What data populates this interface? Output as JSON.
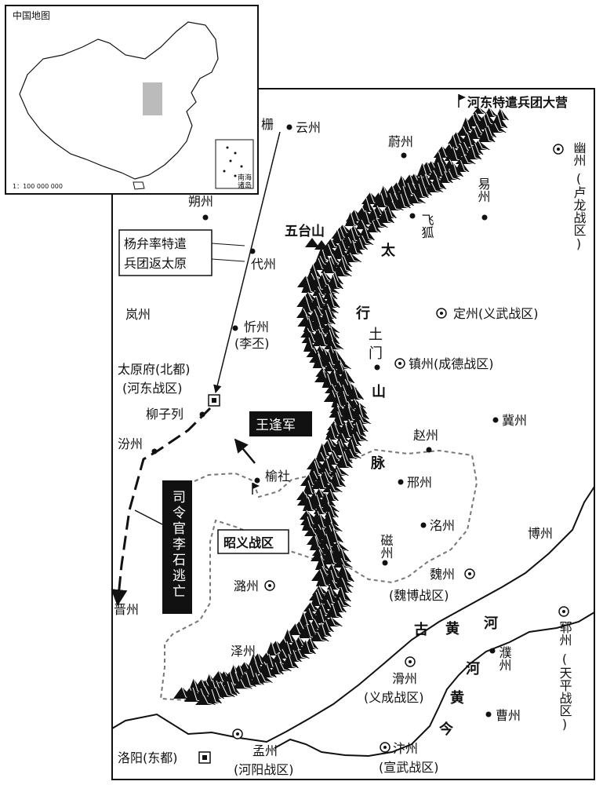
{
  "inset": {
    "title": "中国地图",
    "scale": "1：100 000 000",
    "south_sea": [
      "南海",
      "诸岛"
    ]
  },
  "hq_label": "河东特遣兵团大营",
  "callouts": {
    "yang": [
      "杨弁率特遣",
      "兵团返太原"
    ],
    "wang": "王逢军",
    "si": "司令官李石逃亡"
  },
  "zhaoyi": "昭义战区",
  "mountains": {
    "wutai": "五台山",
    "taihang": [
      "太",
      "行",
      "山",
      "脉"
    ],
    "tumen": [
      "土",
      "门"
    ]
  },
  "rivers": {
    "gu_huanghe": [
      "古",
      "黄",
      "河"
    ],
    "huanghe": [
      "河",
      "黄",
      "今"
    ]
  },
  "places": {
    "shan": "栅",
    "yunzhou": "云州",
    "weizhou": "蔚州",
    "youzhou": "幽州",
    "lulong": "(卢龙战区)",
    "shuozhou": "朔州",
    "yizhou": "易州",
    "feihu": "飞狐",
    "daizhou": "代州",
    "lanzhou": "岚州",
    "xinzhou": "忻州",
    "li_pi": "(李丕)",
    "dingzhou": "定州(义武战区)",
    "taiyuan": "太原府(北都)",
    "hedong": "(河东战区)",
    "liuzilie": "柳子列",
    "zhenzhou": "镇州(成德战区)",
    "jizhou": "冀州",
    "fenzhou": "汾州",
    "zhaozhou": "赵州",
    "yushe": "榆社",
    "xingzhou": "邢州",
    "mingzhou": "洺州",
    "cizhou": "磁州",
    "bozhou": "博州",
    "weizhou2": "魏州",
    "weibo": "(魏博战区)",
    "luzhou": "潞州",
    "jinzhou": "晋州",
    "yunzhou2": "郓州",
    "tianping": "(天平战区)",
    "puzhou": "濮州",
    "zezhou": "泽州",
    "huazhou": "滑州",
    "yicheng": "(义成战区)",
    "caozhou": "曹州",
    "luoyang": "洛阳(东都)",
    "mengzhou": "孟州",
    "heyang": "(河阳战区)",
    "bianzhou": "汴州",
    "xuanwu": "(宣武战区)"
  }
}
